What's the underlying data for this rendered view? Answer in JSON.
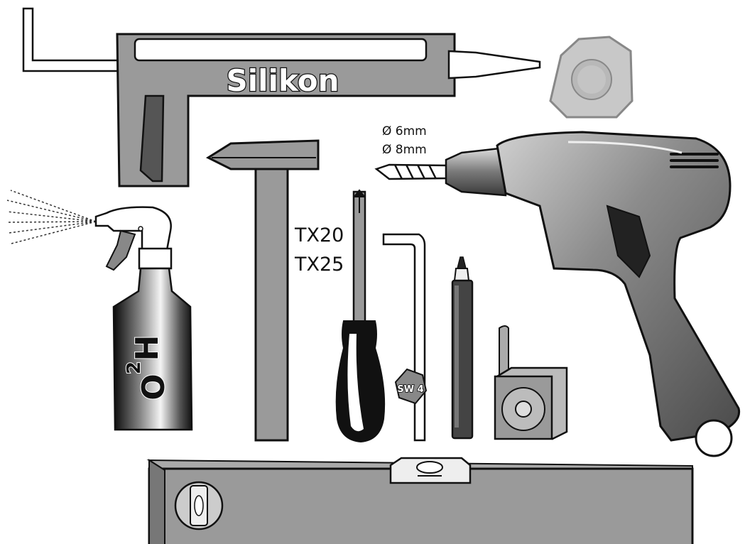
{
  "caulk_gun": {
    "label": "Silikon"
  },
  "drill": {
    "bit_size_1": "Ø 6mm",
    "bit_size_2": "Ø 8mm"
  },
  "screwdriver": {
    "size_1": "TX20",
    "size_2": "TX25"
  },
  "hex_key": {
    "size": "SW 4"
  },
  "spray_bottle": {
    "label_h": "H",
    "label_2": "2",
    "label_o": "O"
  },
  "colors": {
    "tool_gray": "#9a9a9a",
    "dark": "#1a1a1a",
    "background": "#ffffff"
  }
}
